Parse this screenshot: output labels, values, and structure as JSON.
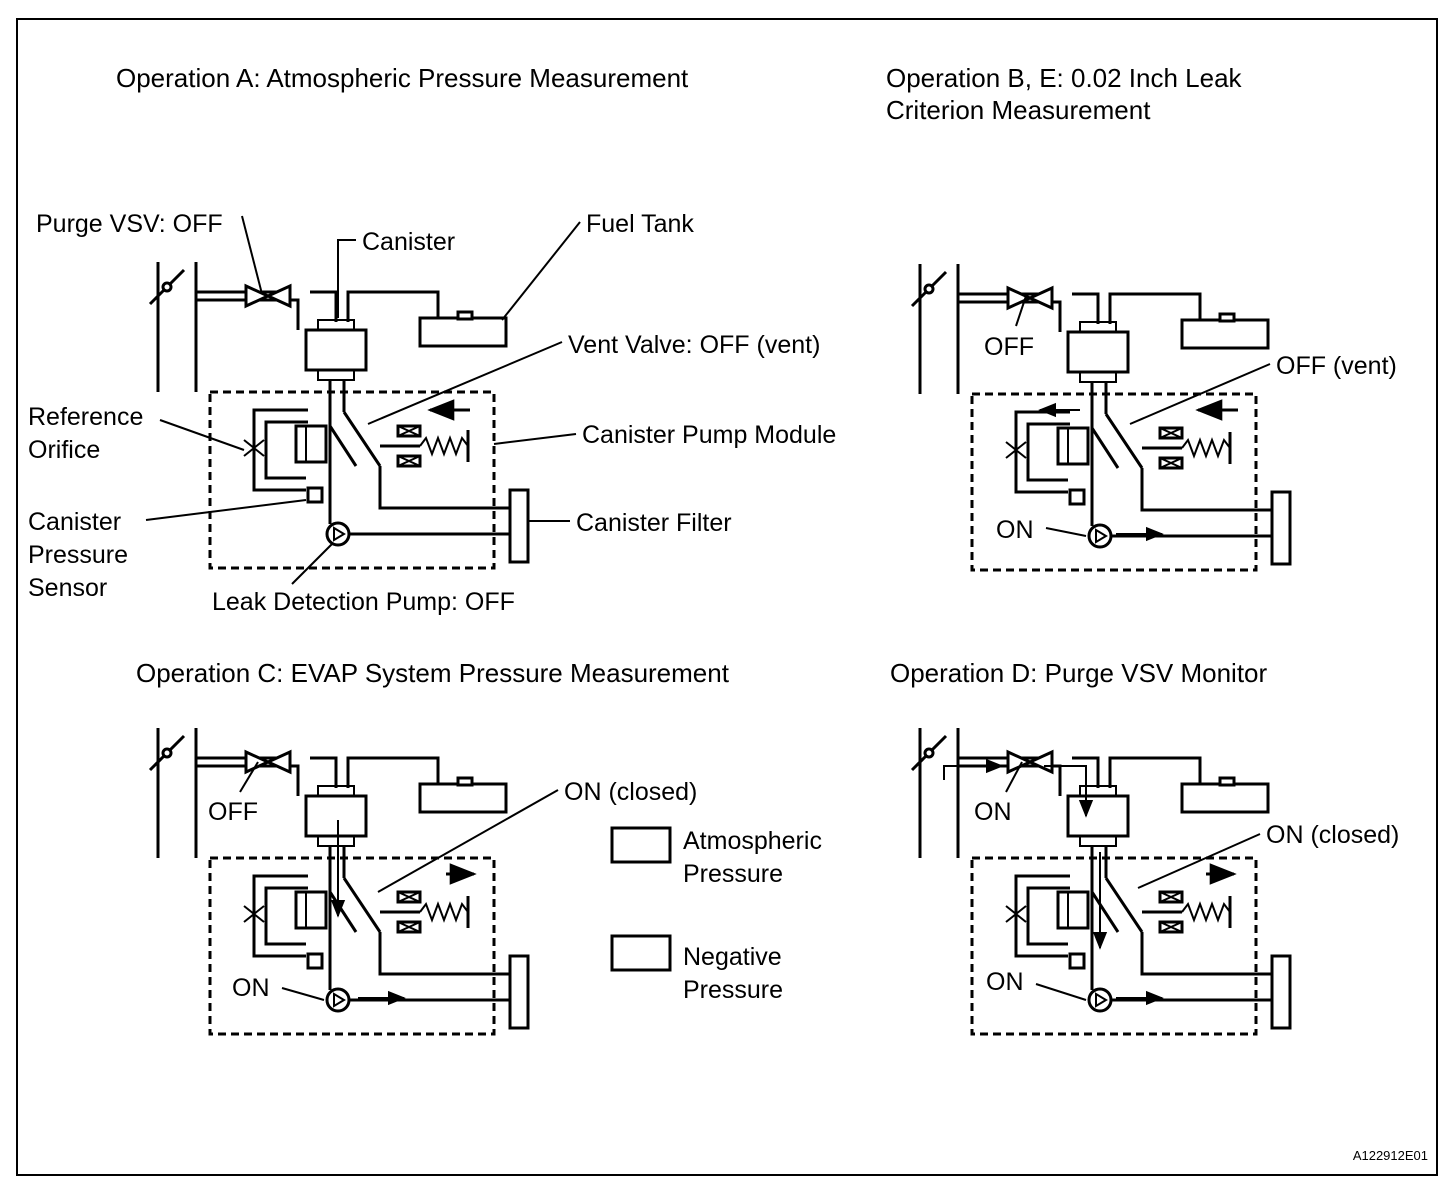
{
  "panels": {
    "a": {
      "title": "Operation A: Atmospheric Pressure Measurement",
      "labels": {
        "purge_vsv": "Purge VSV: OFF",
        "canister": "Canister",
        "fuel_tank": "Fuel Tank",
        "vent_valve": "Vent Valve: OFF (vent)",
        "reference_orifice_1": "Reference",
        "reference_orifice_2": "Orifice",
        "canister_pump_module": "Canister Pump Module",
        "canister_filter": "Canister Filter",
        "canister_pressure_sensor_1": "Canister",
        "canister_pressure_sensor_2": "Pressure",
        "canister_pressure_sensor_3": "Sensor",
        "leak_detection_pump": "Leak Detection Pump: OFF"
      }
    },
    "b": {
      "title_line1": "Operation B, E: 0.02 Inch Leak",
      "title_line2": "Criterion Measurement",
      "labels": {
        "purge_vsv": "OFF",
        "vent_valve": "OFF (vent)",
        "pump": "ON"
      }
    },
    "c": {
      "title": "Operation C: EVAP System Pressure Measurement",
      "labels": {
        "purge_vsv": "OFF",
        "vent_valve": "ON (closed)",
        "pump": "ON"
      }
    },
    "d": {
      "title": "Operation D: Purge VSV Monitor",
      "labels": {
        "purge_vsv": "ON",
        "vent_valve": "ON (closed)",
        "pump": "ON"
      }
    }
  },
  "legend": {
    "atmospheric_1": "Atmospheric",
    "atmospheric_2": "Pressure",
    "negative_1": "Negative",
    "negative_2": "Pressure"
  },
  "figure_id": "A122912E01"
}
